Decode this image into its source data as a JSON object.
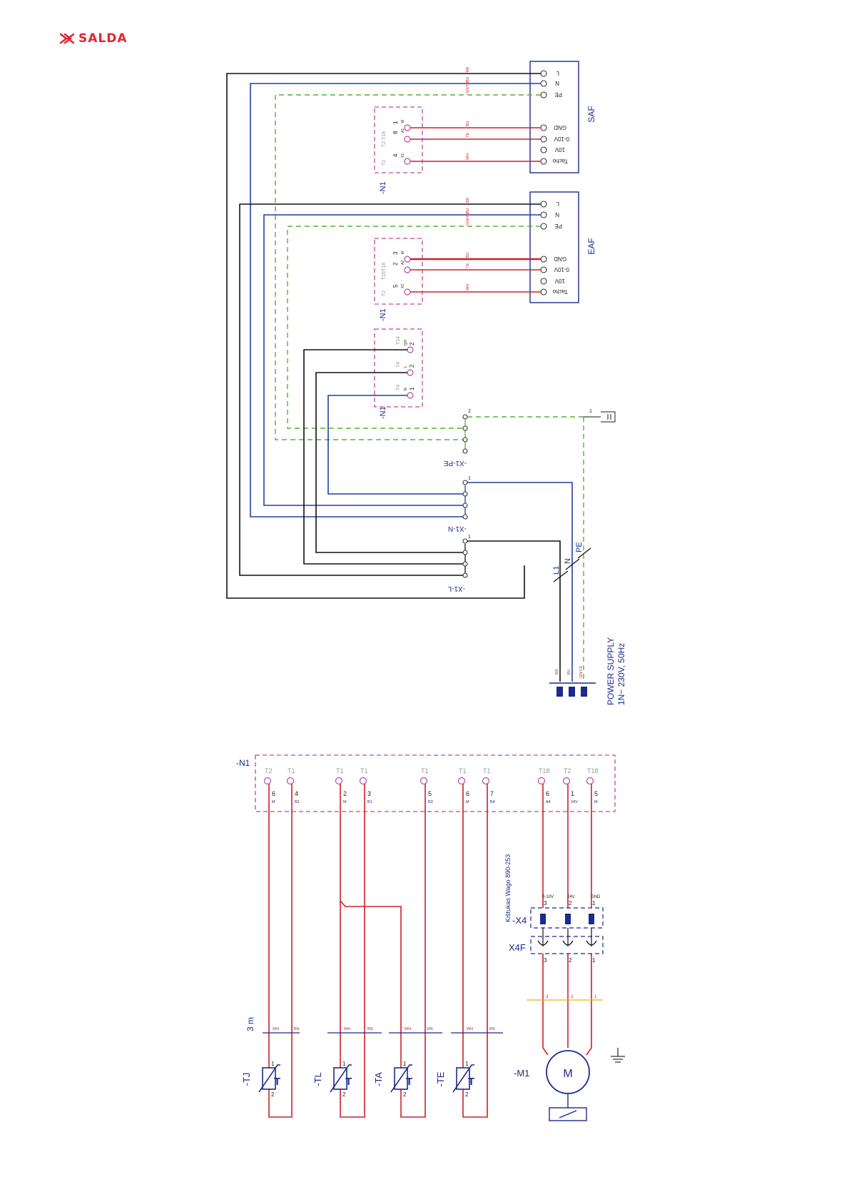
{
  "logo": {
    "text": "SALDA"
  },
  "colors": {
    "brand": "#e3262e",
    "wire_black": "#111111",
    "wire_blue": "#1f3fa8",
    "wire_green": "#57b230",
    "wire_red": "#d01e2a",
    "module": "#c0479c",
    "label": "#1b2a8c"
  },
  "top": {
    "fan_terms": [
      "L",
      "N",
      "PE",
      "GND",
      "0-10V",
      "10V",
      "Tacho"
    ],
    "saf": {
      "name": "SAF",
      "wire_colors": [
        "BK",
        "BU",
        "GN/YE",
        "BU",
        "YE",
        "WH"
      ],
      "module_label": "-N1",
      "pins_top": [
        "T2 T18",
        "8",
        "1",
        "A1",
        "M"
      ],
      "pins_bot": [
        "T2",
        "4",
        "X1"
      ]
    },
    "eaf": {
      "name": "EAF",
      "wire_colors": [
        "BK",
        "BU",
        "GN/YE",
        "BU",
        "YE",
        "WH"
      ],
      "module_label": "-N1",
      "pins_top": [
        "T16T18",
        "2",
        "3",
        "A2",
        "M"
      ],
      "pins_bot": [
        "T2",
        "5",
        "X2"
      ]
    },
    "power_module": {
      "label": "-N1",
      "rows": [
        {
          "t": "T14",
          "sig": "Q/II",
          "num": "2"
        },
        {
          "t": "T4",
          "sig": "L",
          "num": "2"
        },
        {
          "t": "T4",
          "sig": "N",
          "num": "1"
        }
      ]
    },
    "terminals": {
      "pe": "-X1-PE",
      "n": "-X1-N",
      "l": "-X1-L",
      "num1": "1",
      "num2": "2"
    },
    "earth": {
      "num": "1"
    },
    "supply": {
      "l1": "L1",
      "n": "N",
      "pe": "PE",
      "colors": [
        "BN",
        "BU",
        "GN/YE"
      ],
      "line1": "POWER SUPPLY",
      "line2": "1N~ 230V, 50Hz"
    }
  },
  "bottom": {
    "module_label": "-N1",
    "terminals": [
      {
        "t": "T2",
        "num": "6",
        "sig": "M"
      },
      {
        "t": "T1",
        "num": "4",
        "sig": "B2"
      },
      {
        "t": "T1",
        "num": "2",
        "sig": "M"
      },
      {
        "t": "T1",
        "num": "3",
        "sig": "B1"
      },
      {
        "t": "T1",
        "num": "5",
        "sig": "B3"
      },
      {
        "t": "T1",
        "num": "6",
        "sig": "M"
      },
      {
        "t": "T1",
        "num": "7",
        "sig": "B4"
      },
      {
        "t": "T18",
        "num": "6",
        "sig": "A4"
      },
      {
        "t": "T2",
        "num": "1",
        "sig": "24V"
      },
      {
        "t": "T18",
        "num": "5",
        "sig": "M"
      }
    ],
    "cable_length": "3 m",
    "cable_colors": {
      "wh": "WH",
      "bn": "BN"
    },
    "sensors": [
      "-TJ",
      "-TL",
      "-TA",
      "-TE"
    ],
    "sensor_sym": "T",
    "sensor_pins": [
      "1",
      "2"
    ],
    "connector": {
      "x4": "-X4",
      "x4f": "X4F",
      "caption": "Kištukas Wago 890-253",
      "signals": [
        "0-10V",
        "24V",
        "GND"
      ],
      "pins": [
        "3",
        "2",
        "1"
      ]
    },
    "motor": {
      "label": "-M1",
      "sym": "M"
    }
  }
}
